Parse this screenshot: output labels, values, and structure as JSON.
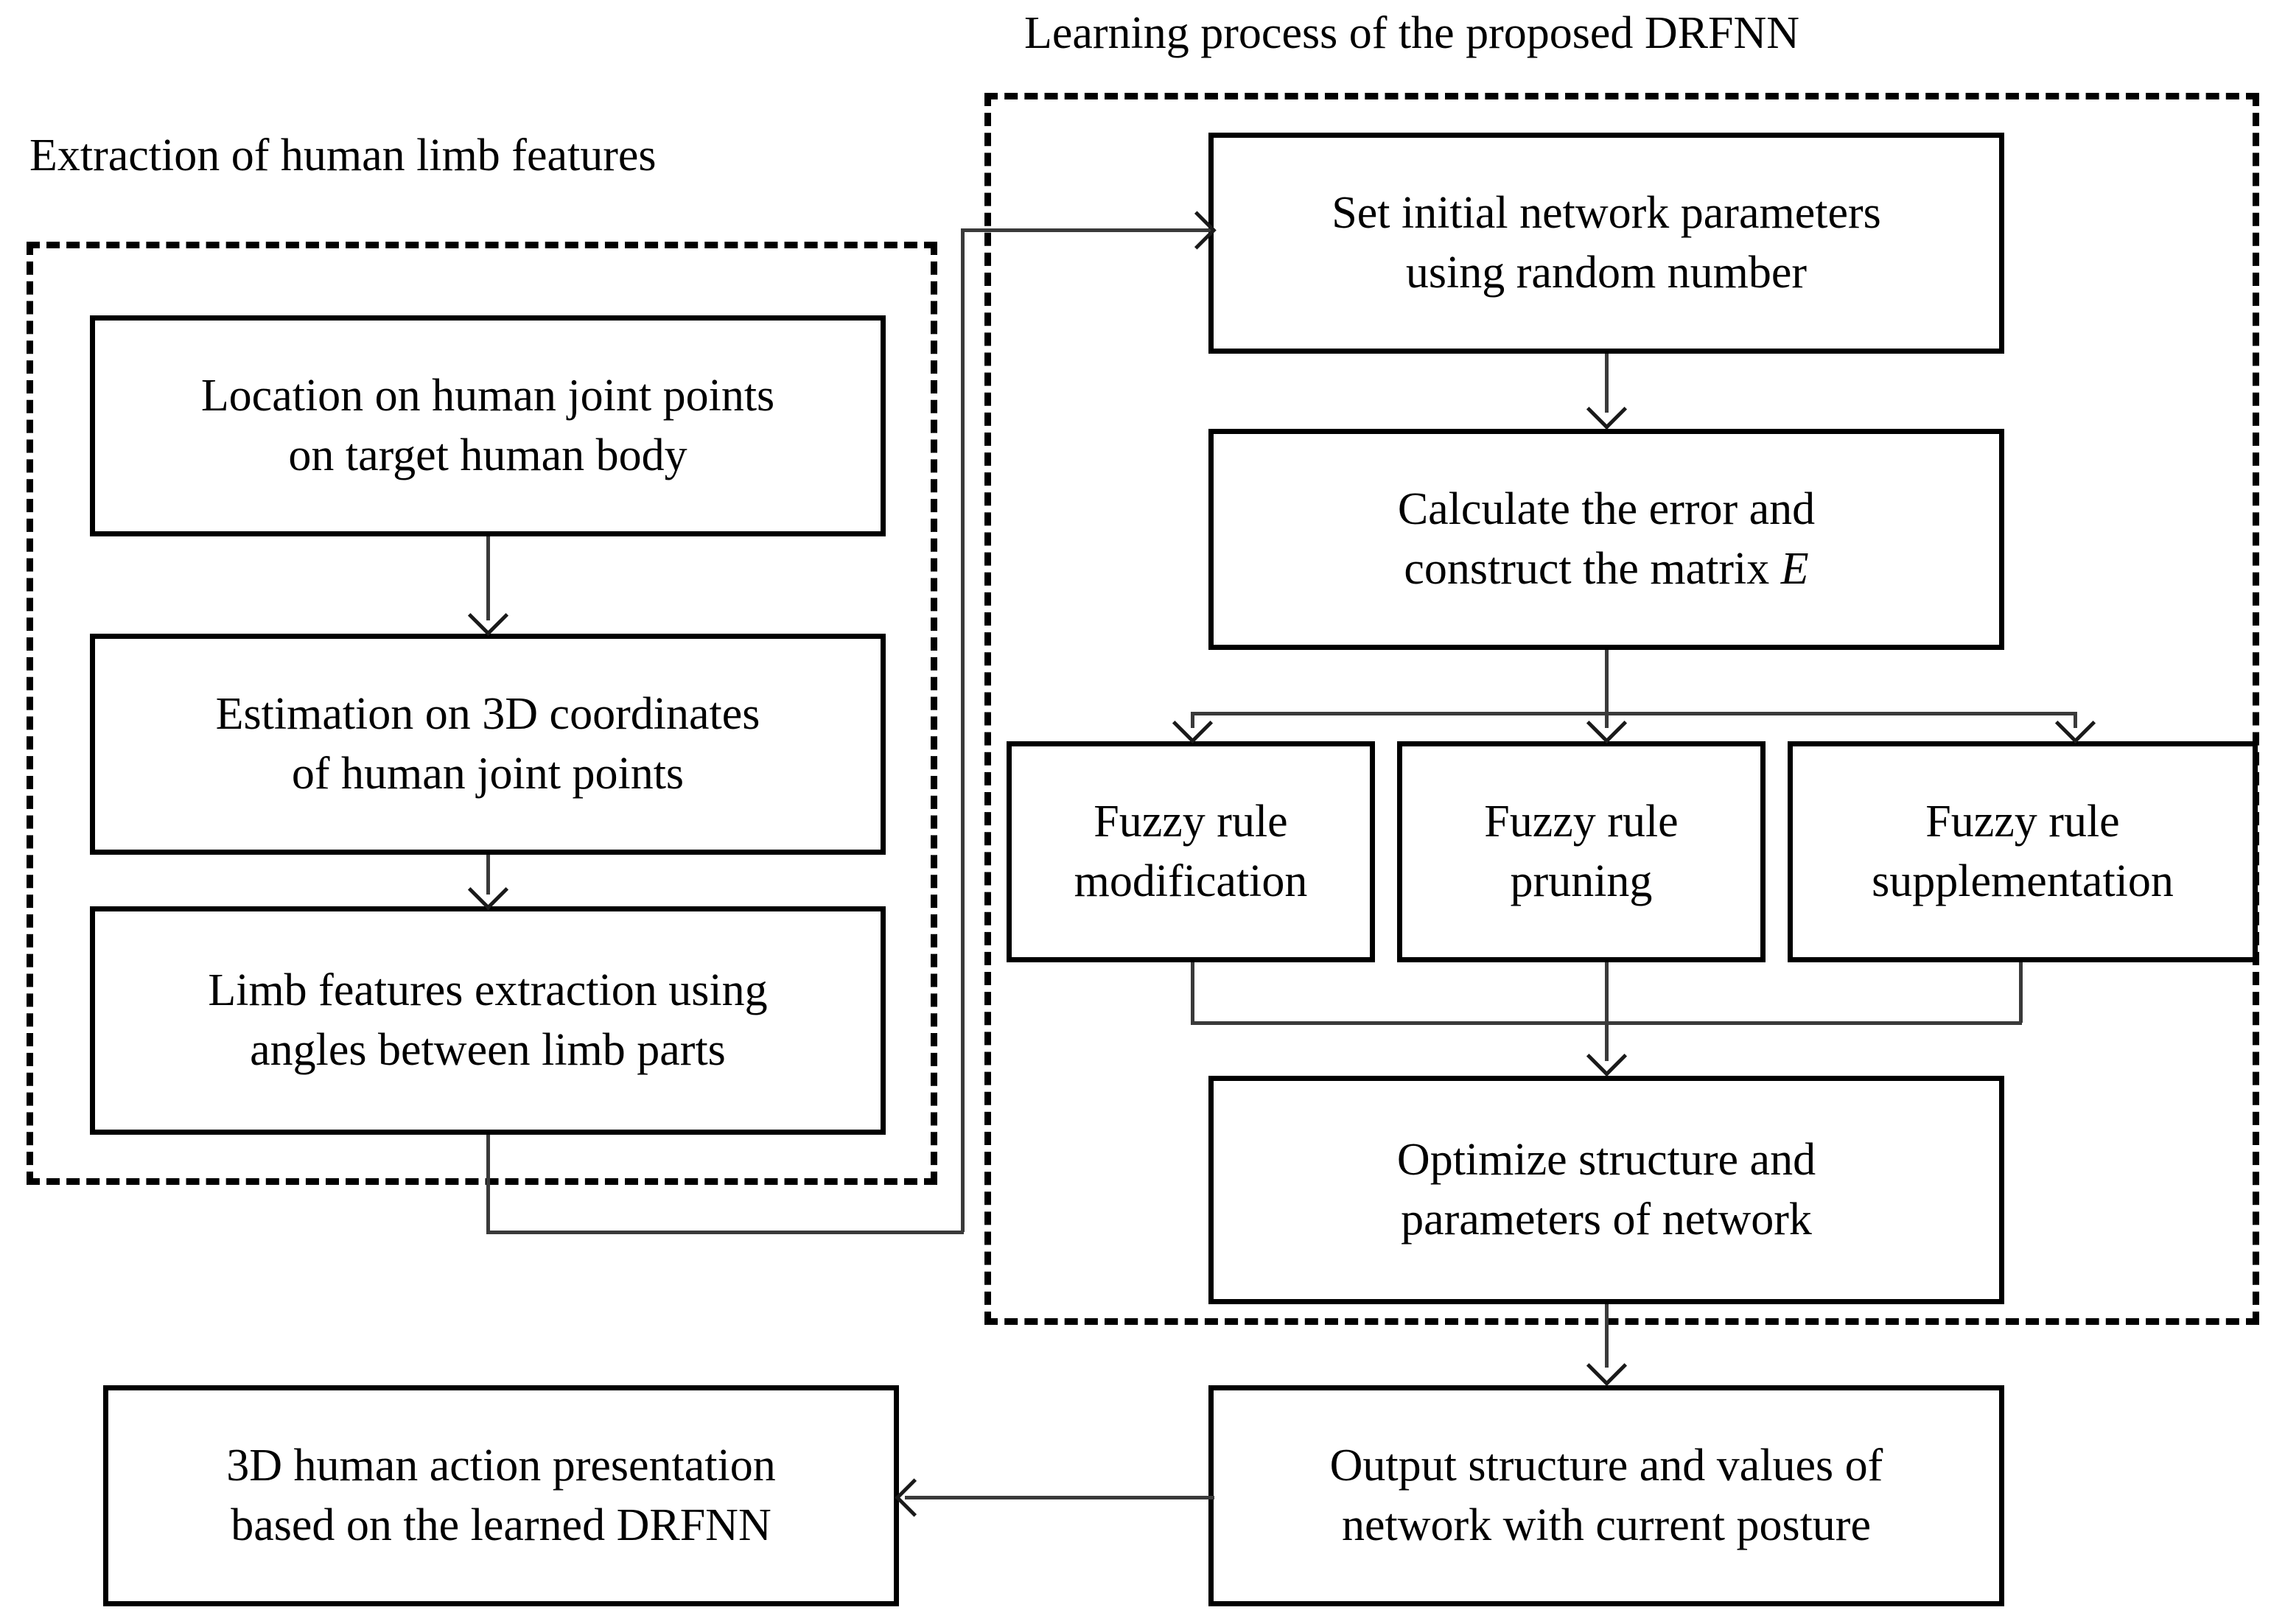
{
  "diagram": {
    "title_left": "Extraction of human limb features",
    "title_right": "Learning process of the proposed DRFNN",
    "nodes": {
      "locate_joints": "Location on human joint points\non target human body",
      "estimate_3d": "Estimation on 3D coordinates\nof human joint points",
      "limb_features": "Limb features extraction using\nangles between limb parts",
      "set_initial": "Set initial network parameters\nusing random number",
      "calc_error_pre": "Calculate the error and\nconstruct the matrix ",
      "calc_error_italic": "E",
      "fuzzy_modification": "Fuzzy rule\nmodification",
      "fuzzy_pruning": "Fuzzy rule\npruning",
      "fuzzy_supplementation": "Fuzzy rule\nsupplementation",
      "optimize": "Optimize structure and\nparameters of network",
      "output": "Output structure and values of\nnetwork with current posture",
      "presentation": "3D human action presentation\nbased on the learned DRFNN"
    },
    "colors": {
      "background": "#ffffff",
      "node_border": "#000000",
      "group_border": "#000000",
      "connector": "#3a3a3a",
      "text": "#000000"
    }
  }
}
